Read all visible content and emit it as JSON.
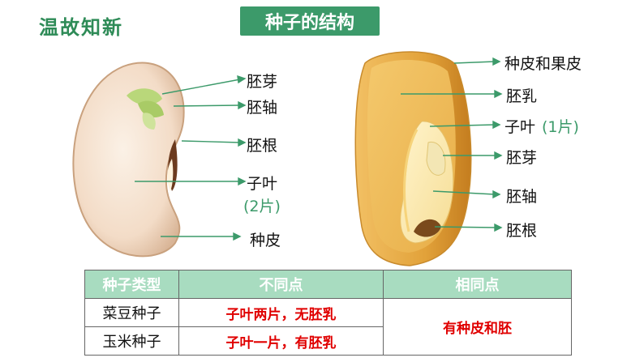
{
  "header": {
    "corner_title": "温故知新",
    "section_title": "种子的结构"
  },
  "bean_labels": {
    "plumule": "胚芽",
    "hypocotyl": "胚轴",
    "radicle": "胚根",
    "cotyledon": "子叶",
    "cotyledon_count": "(2片)",
    "seed_coat": "种皮"
  },
  "corn_labels": {
    "pericarp": "种皮和果皮",
    "endosperm": "胚乳",
    "cotyledon": "子叶",
    "cotyledon_count": "(1片)",
    "plumule": "胚芽",
    "hypocotyl": "胚轴",
    "radicle": "胚根"
  },
  "table": {
    "headers": [
      "种子类型",
      "不同点",
      "相同点"
    ],
    "rows": [
      {
        "type": "菜豆种子",
        "difference": "子叶两片，无胚乳"
      },
      {
        "type": "玉米种子",
        "difference": "子叶一片，有胚乳"
      }
    ],
    "common": "有种皮和胚"
  },
  "colors": {
    "accent_green": "#3c9a6a",
    "header_fill": "#a8dcc0",
    "highlight_red": "#e00000"
  }
}
